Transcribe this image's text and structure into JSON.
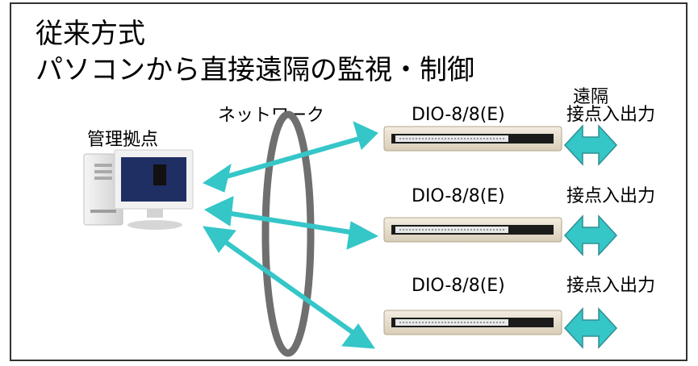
{
  "diagram": {
    "title_line_1": "従来方式",
    "title_line_2": "パソコンから直接遠隔の監視・制御",
    "management_site_label": "管理拠点",
    "network_label": "ネットワーク",
    "remote_label": "遠隔",
    "devices": [
      {
        "name": "DIO-8/8(E)",
        "io_label": "接点入出力"
      },
      {
        "name": "DIO-8/8(E)",
        "io_label": "接点入出力"
      },
      {
        "name": "DIO-8/8(E)",
        "io_label": "接点入出力"
      }
    ],
    "colors": {
      "arrow": "#35c6c8",
      "network_ring": "#6f6f6f",
      "frame": "#333333"
    }
  }
}
